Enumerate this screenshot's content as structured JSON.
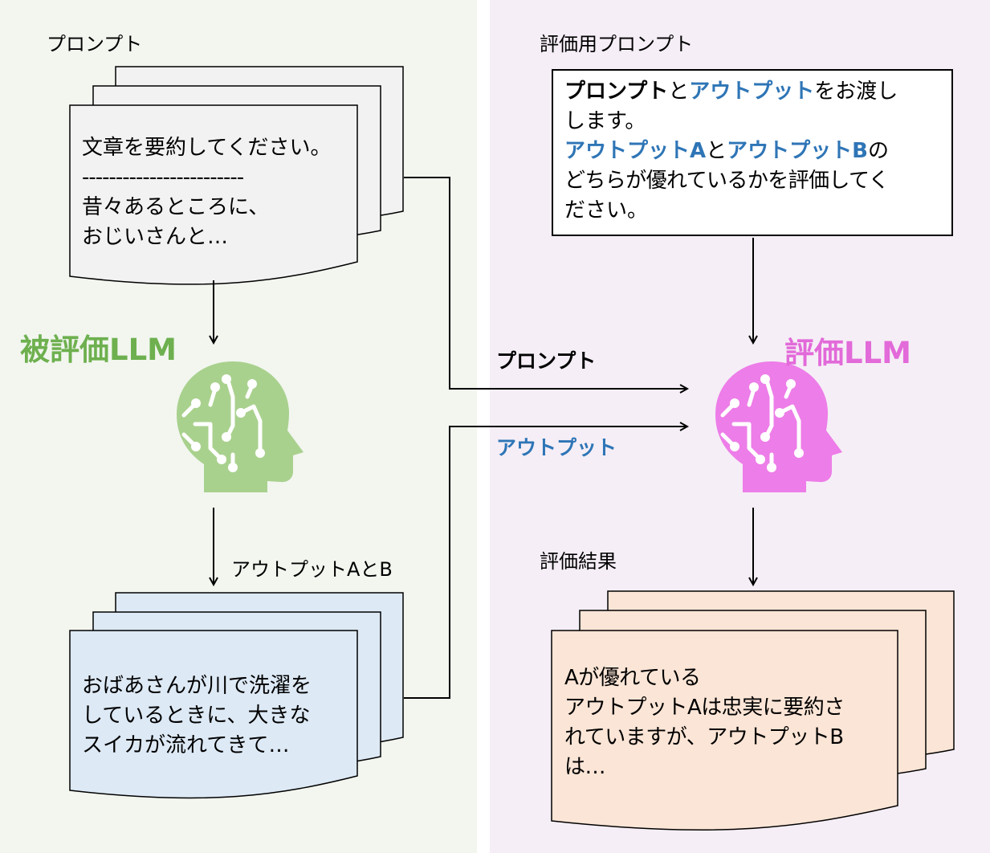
{
  "colors": {
    "left_bg": "#f2f6ef",
    "right_bg": "#f5eef6",
    "evaluated_llm": "#a9d18e",
    "evaluator_llm": "#ed7de8",
    "highlight_blue": "#2e75b6",
    "prompt_doc": "#f2f2f2",
    "output_doc": "#dde9f5",
    "result_doc": "#fbe5d6"
  },
  "left": {
    "prompt_label": "プロンプト",
    "prompt_doc_lines": [
      "文章を要約してください。",
      "------------------------",
      "昔々あるところに、",
      "おじいさんと…"
    ],
    "llm_title": "被評価LLM",
    "llm_icon": "brain-head-icon",
    "outputs_label": "アウトプットAとB",
    "output_doc_lines": [
      "おばあさんが川で洗濯を",
      "しているときに、大きな",
      "スイカが流れてきて…"
    ]
  },
  "right": {
    "eval_prompt_label": "評価用プロンプト",
    "eval_prompt": {
      "l1a": "プロンプト",
      "l1b": "と",
      "l1c": "アウトプット",
      "l1d": "をお渡し",
      "l2": "します。",
      "l3a": "アウトプットA",
      "l3b": "と",
      "l3c": "アウトプットB",
      "l3d": "の",
      "l4": "どちらが優れているかを評価してく",
      "l5": "ださい。"
    },
    "llm_title": "評価LLM",
    "llm_icon": "brain-head-icon",
    "result_label": "評価結果",
    "result_doc_lines": [
      "Aが優れている",
      "アウトプットAは忠実に要約さ",
      "れていますが、アウトプットB",
      "は…"
    ]
  },
  "connectors": {
    "prompt_label": "プロンプト",
    "output_label": "アウトプット"
  }
}
